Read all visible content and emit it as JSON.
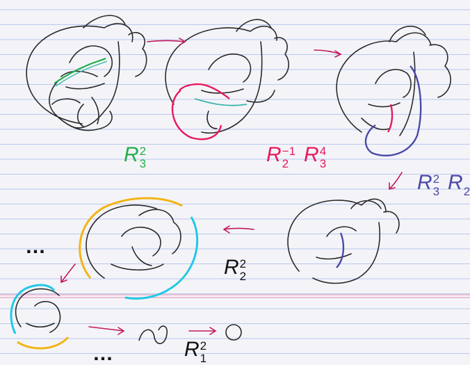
{
  "colors": {
    "paper": "#f4f4f8",
    "ruling": "#b9c6ee",
    "margin_line": "#e8a0c0",
    "ink": "#2a2a2a",
    "arrow": "#c2185b",
    "green": "#21b04b",
    "pink": "#e8195e",
    "purple": "#4a4aa8",
    "yellow": "#f3b415",
    "cyan": "#23c8e6",
    "black": "#111111"
  },
  "moves": [
    {
      "id": "R3sq",
      "letter": "R",
      "sub": "3",
      "sup": "2",
      "color": "green"
    },
    {
      "id": "R2inv",
      "letter": "R",
      "sub": "2",
      "sup": "−1",
      "color": "pink"
    },
    {
      "id": "R3_4",
      "letter": "R",
      "sub": "3",
      "sup": "4",
      "color": "pink"
    },
    {
      "id": "R3sq_b",
      "letter": "R",
      "sub": "3",
      "sup": "2",
      "color": "purple"
    },
    {
      "id": "R2",
      "letter": "R",
      "sub": "2",
      "sup": "",
      "color": "purple"
    },
    {
      "id": "R2sq",
      "letter": "R",
      "sub": "2",
      "sup": "2",
      "color": "black"
    },
    {
      "id": "R1sq",
      "letter": "R",
      "sub": "1",
      "sup": "2",
      "color": "black"
    }
  ],
  "ellipsis": "…"
}
